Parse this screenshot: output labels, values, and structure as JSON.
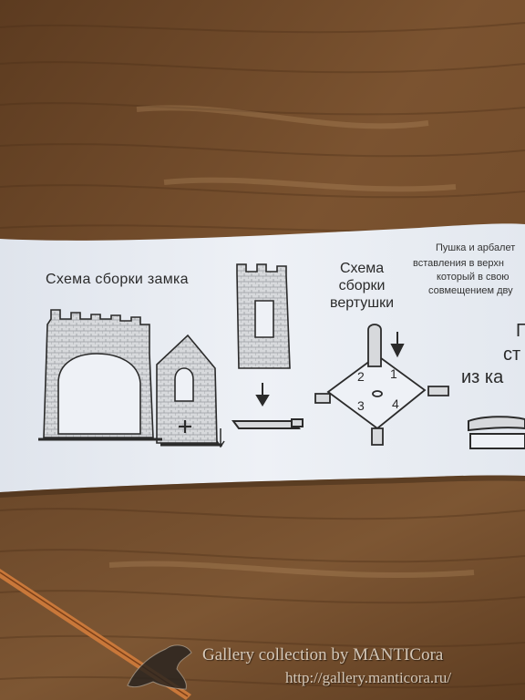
{
  "paper": {
    "castle_title": "Схема сборки замка",
    "spinner_title_lines": [
      "Схема",
      "сборки",
      "вертушки"
    ],
    "spinner_numbers": [
      "2",
      "1",
      "3",
      "4"
    ],
    "cut_off_lines": [
      "Пушка и арбалет",
      "вставления в верхн",
      "который в свою",
      "совмещением дву"
    ],
    "cut_off_big_lines": [
      "П",
      "ст",
      "из ка"
    ]
  },
  "watermark": {
    "title": "Gallery collection by MANTICora",
    "url": "http://gallery.manticora.ru/"
  },
  "colors": {
    "wood": "#6e4a2a",
    "paper": "#e9edf3",
    "ink": "#2b2b2b"
  }
}
